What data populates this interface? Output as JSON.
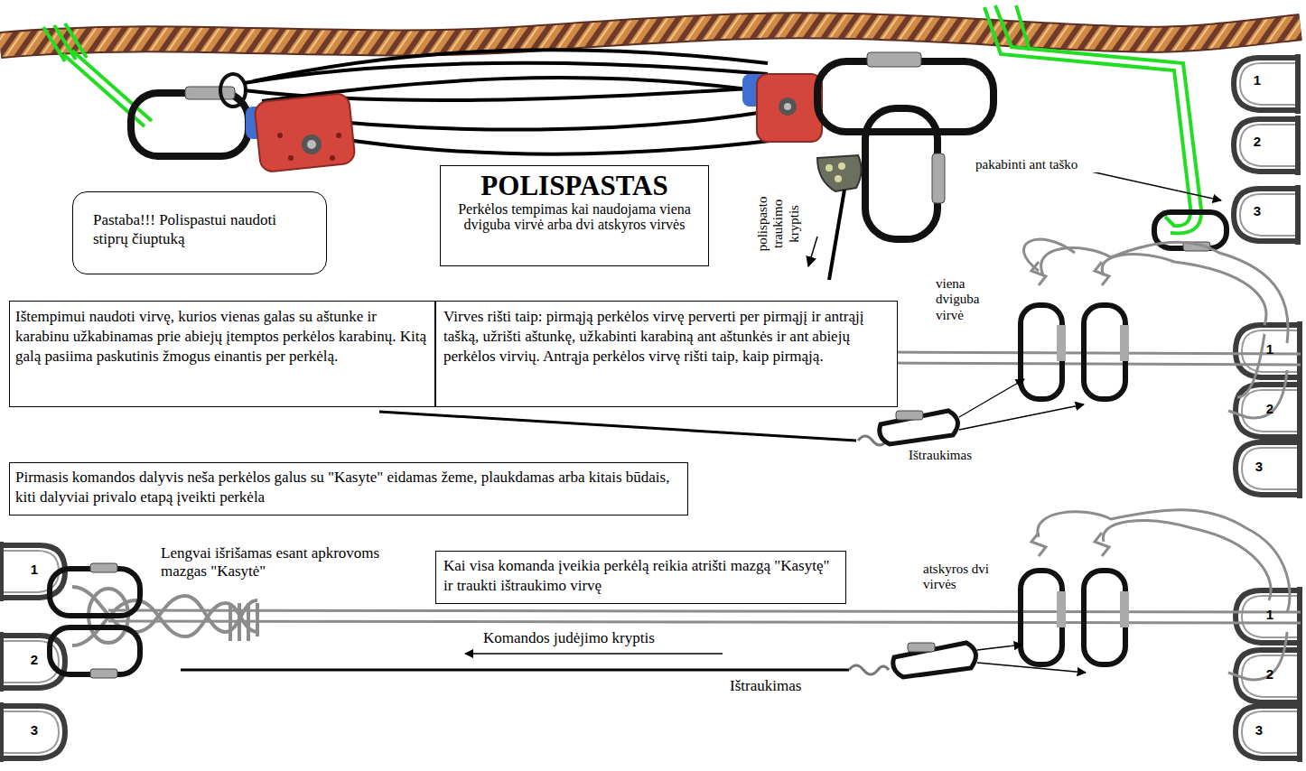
{
  "diagram": {
    "nodes": [
      {
        "text": [
          "POLISPASTAS",
          "Perkėlos tempimas kai naudojama viena dviguba virvė arba dvi atskyros virvės"
        ]
      },
      {
        "text": [
          "Pastaba!!! Polispastui naudoti stiprų čiuptuką"
        ]
      },
      {
        "text": [
          "Ištempimui naudoti virvę, kurios vienas galas su aštunke ir karabinu užkabinamas prie abiejų įtemptos perkėlos karabinų. Kitą galą pasiima paskutinis žmogus einantis per perkėlą."
        ]
      },
      {
        "text": [
          "Virves rišti taip: pirmąją perkėlos virvę perverti per pirmąjį ir antrąjį tašką, užrišti aštunkę, užkabinti karabiną ant aštunkės ir ant abiejų perkėlos virvių. Antrąja perkėlos virvę rišti taip, kaip pirmąją."
        ]
      },
      {
        "text": [
          "Pirmasis komandos dalyvis neša perkėlos galus su \"Kasyte\" eidamas žeme, plaukdamas arba kitais būdais, kiti dalyviai privalo etapą įveikti perkėla"
        ]
      },
      {
        "text": [
          "Kai visa komanda įveikia perkėlą reikia atrišti mazgą \"Kasytę\" ir traukti ištraukimo virvę"
        ]
      }
    ],
    "labels": [
      "pakabinti ant taško",
      "polispasto traukimo kryptis",
      "1",
      "2",
      "3",
      "viena dviguba virvė",
      "1",
      "2",
      "3",
      "Ištraukimas",
      "1",
      "2",
      "3",
      "Lengvai išrišamas esant apkrovoms mazgas \"Kasytė\"",
      "Komandos judėjimo kryptis",
      "atskyros dvi virvės",
      "Ištraukimas",
      "1",
      "2",
      "3"
    ]
  }
}
